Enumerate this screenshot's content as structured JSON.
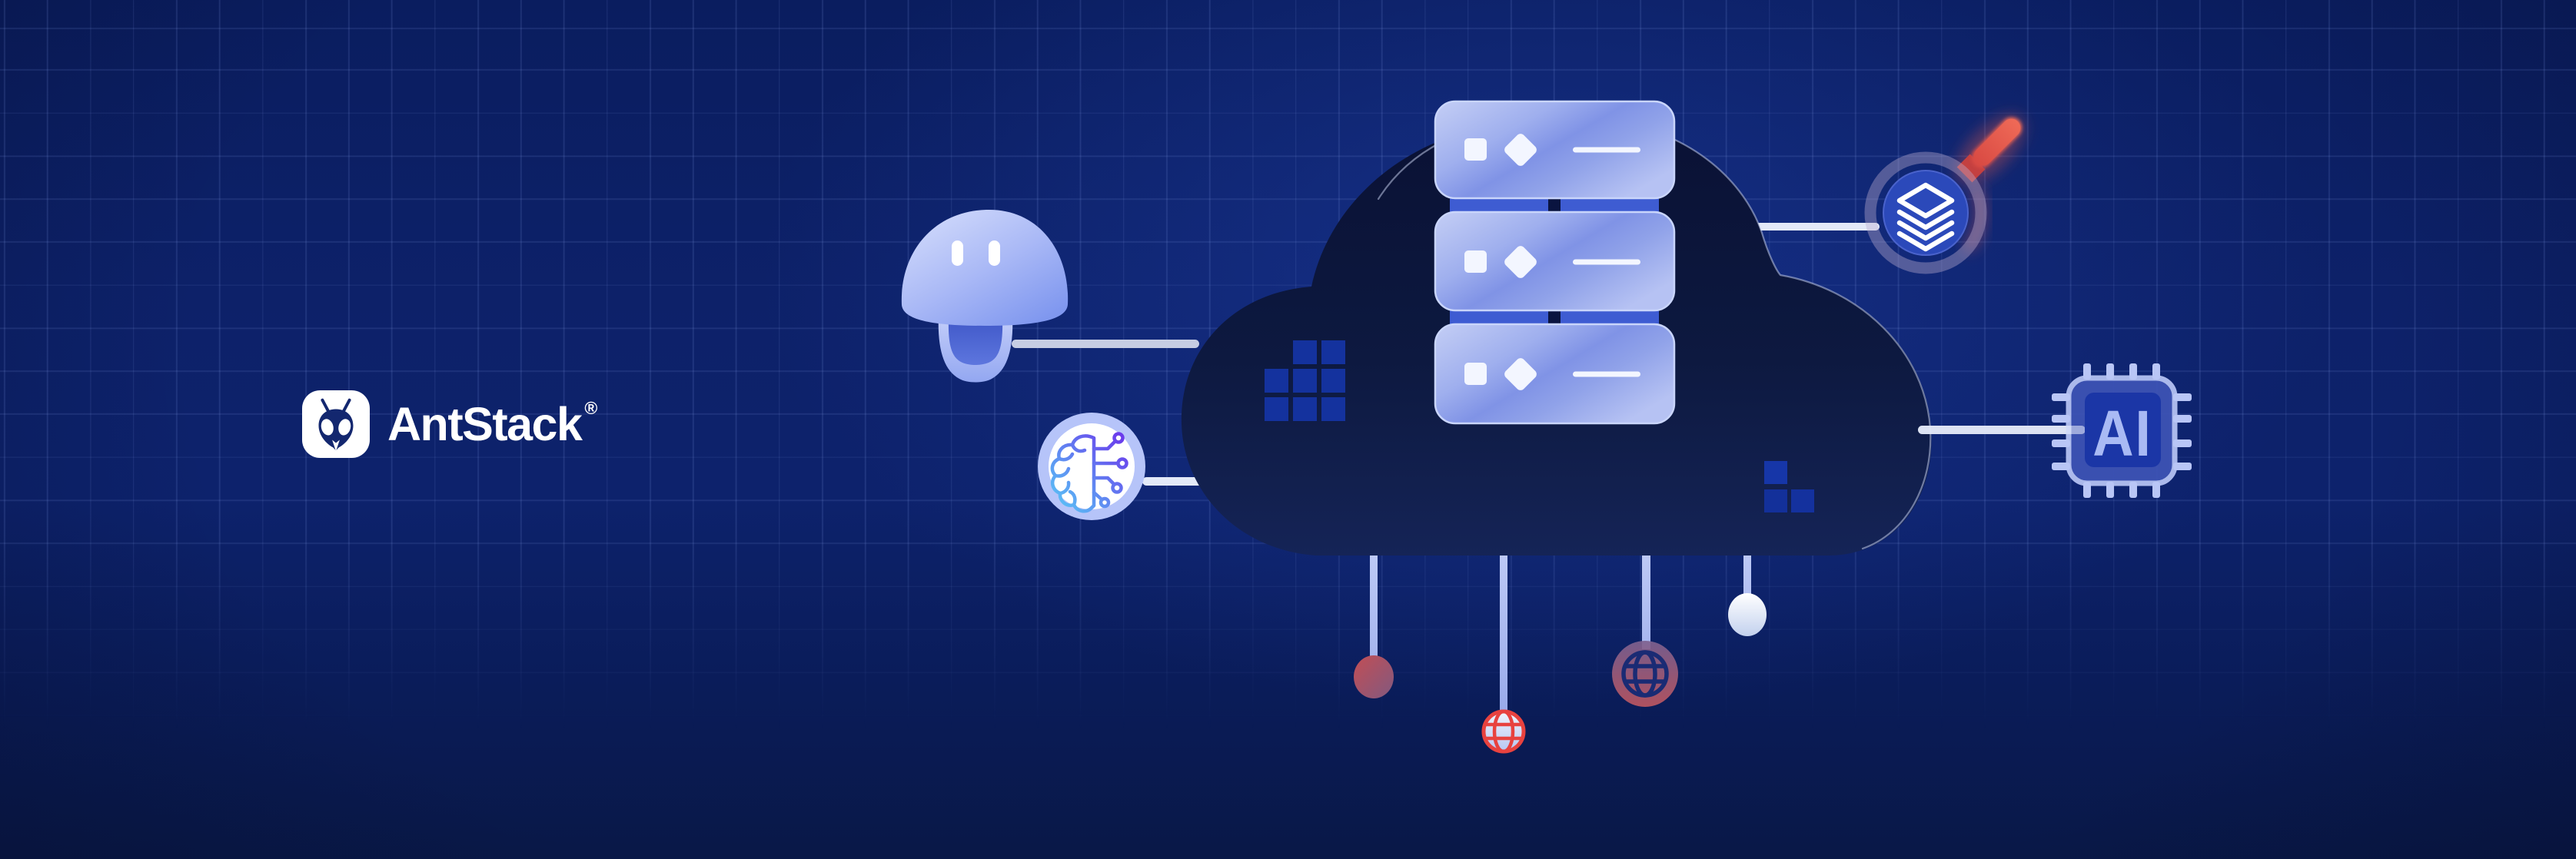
{
  "brand": {
    "name": "AntStack",
    "registered_mark": "®"
  },
  "cloud_platform": {
    "chip_label": "AI",
    "server_count": 3
  },
  "icons": [
    "ant-icon",
    "robot-assistant-icon",
    "ai-brain-circuit-icon",
    "server-stack-icon",
    "pixel-grid-icon",
    "pixel-cluster-icon",
    "layers-search-icon",
    "ai-chip-icon",
    "globe-red-icon",
    "globe-muted-icon",
    "node-dot-red-icon",
    "node-dot-white-icon"
  ],
  "palette": {
    "background": "#0d2169",
    "grid_line": "#31478f",
    "cloud_dark": "#0c1640",
    "periwinkle": "#b6c4f9",
    "server_glass": "#9aabee",
    "pixel_blue": "#14329e",
    "chip_inner_blue": "#1b36a6",
    "accent_red": "#e8423f",
    "handle_coral": "#e05a4e",
    "line_light": "#e3e9f8",
    "white": "#ffffff"
  }
}
